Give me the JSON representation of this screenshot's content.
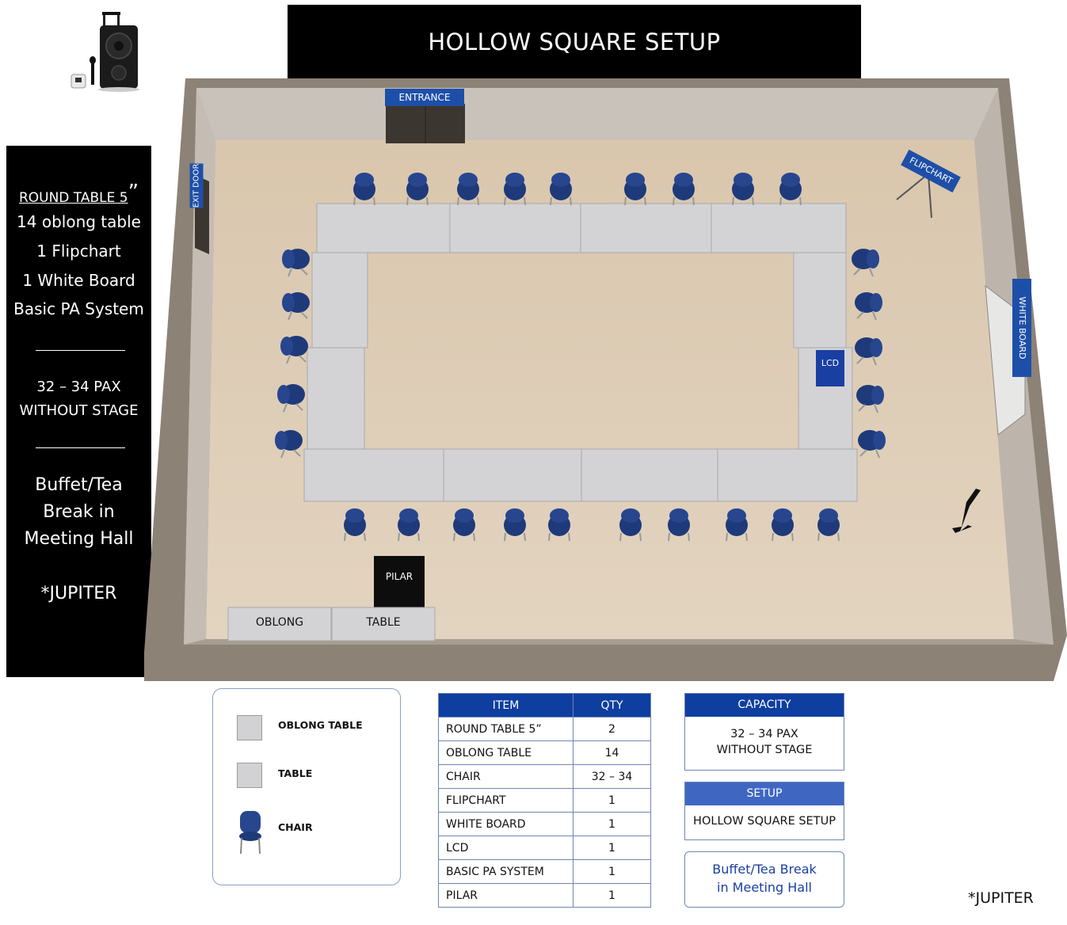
{
  "title": "HOLLOW SQUARE SETUP",
  "sidebar": {
    "round_table": "ROUND TABLE 5",
    "round_table_mark": "”",
    "oblong": "14 oblong table",
    "flipchart": "1 Flipchart",
    "whiteboard": "1 White Board",
    "pa": "Basic PA System",
    "capacity_1": "32 – 34 PAX",
    "capacity_2": "WITHOUT STAGE",
    "buffet_1": "Buffet/Tea",
    "buffet_2": "Break in",
    "buffet_3": "Meeting Hall",
    "venue": "*JUPITER"
  },
  "room": {
    "entrance": "ENTRANCE",
    "exit_door": "EXIT DOOR",
    "flipchart": "FLIPCHART",
    "whiteboard": "WHITE BOARD",
    "lcd": "LCD",
    "pilar": "PILAR",
    "legend_oblong": "OBLONG",
    "legend_table": "TABLE"
  },
  "legend": {
    "oblong_table": "OBLONG TABLE",
    "table": "TABLE",
    "chair": "CHAIR"
  },
  "items": {
    "headers": [
      "ITEM",
      "QTY"
    ],
    "rows": [
      [
        "ROUND TABLE 5”",
        "2"
      ],
      [
        "OBLONG TABLE",
        "14"
      ],
      [
        "CHAIR",
        "32 – 34"
      ],
      [
        "FLIPCHART",
        "1"
      ],
      [
        "WHITE BOARD",
        "1"
      ],
      [
        "LCD",
        "1"
      ],
      [
        "BASIC PA SYSTEM",
        "1"
      ],
      [
        "PILAR",
        "1"
      ]
    ]
  },
  "capacity": {
    "header": "CAPACITY",
    "line1": "32 – 34 PAX",
    "line2": "WITHOUT STAGE"
  },
  "setup": {
    "header": "SETUP",
    "value": "HOLLOW SQUARE SETUP"
  },
  "buffet": {
    "line1": "Buffet/Tea Break",
    "line2": "in Meeting Hall"
  },
  "jupiter": "*JUPITER",
  "colors": {
    "accent_blue": "#0e3e9f",
    "chair_blue": "#1f3a78",
    "floor": "#dcccb5",
    "wall": "#8d8276",
    "table_gray": "#d0d0d2"
  }
}
